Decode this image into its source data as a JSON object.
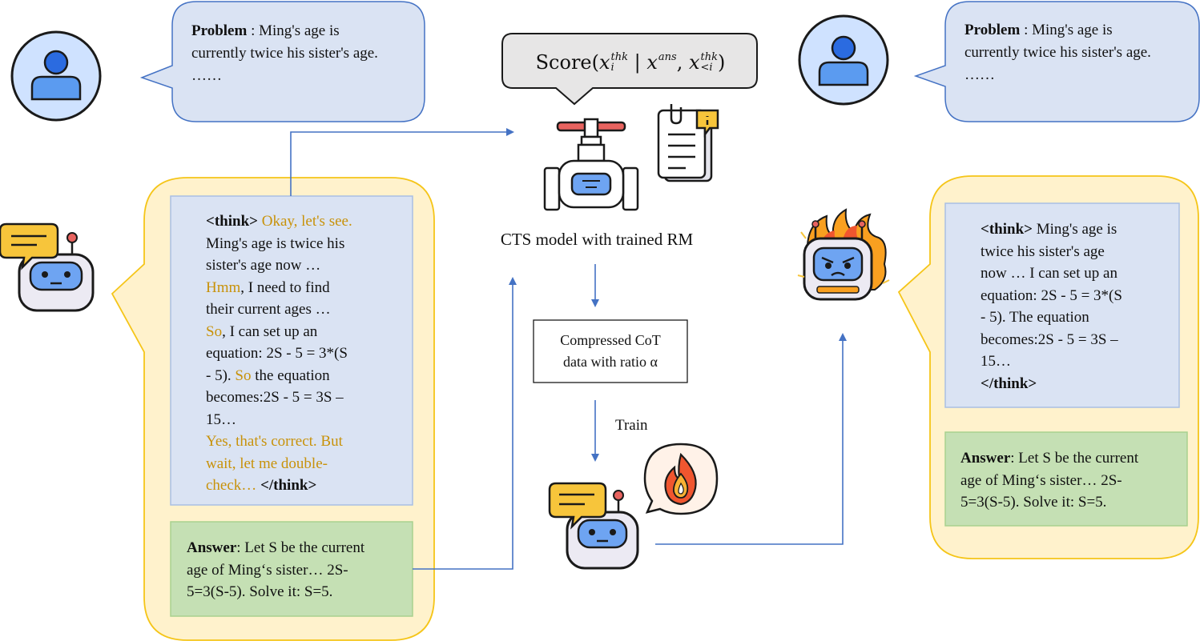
{
  "colors": {
    "bubble_fill": "#dae3f3",
    "bubble_stroke": "#4472c4",
    "panel_fill": "#fff2cc",
    "panel_stroke": "#f5c518",
    "think_fill": "#dae3f3",
    "think_stroke": "#a9bfe3",
    "answer_fill": "#c5e0b4",
    "answer_stroke": "#a9d18e",
    "arrow": "#4472c4",
    "highlight_text": "#c8920a"
  },
  "problem_left": {
    "label": "Problem",
    "text_line1": " : Ming's age is",
    "text_line2": "currently twice his sister's age.",
    "text_line3": "……"
  },
  "problem_right": {
    "label": "Problem",
    "text_line1": " : Ming's age is",
    "text_line2": "currently twice his sister's age.",
    "text_line3": "……"
  },
  "score_formula": {
    "fn": "Score(",
    "x": "x",
    "sub_i": "i",
    "sup_thk": "thk",
    "bar": " | ",
    "sup_ans": "ans",
    "comma": ", ",
    "sub_lt_i": "<i",
    "close": ")"
  },
  "cts_label": "CTS model with trained RM",
  "compressed_box": {
    "line1": "Compressed CoT",
    "line2": "data with ratio α"
  },
  "train_label": "Train",
  "left_think": {
    "open_tag": "<think>",
    "l1_gold": " Okay, let's see.",
    "l2": "Ming's age is twice his",
    "l3": "sister's age now …",
    "l4_gold": "Hmm",
    "l4_rest": ", I need to find",
    "l5": "their current ages …",
    "l6_gold": "So",
    "l6_rest": ", I can set up an",
    "l7": "equation: 2S - 5 = 3*(S",
    "l8_pre": "- 5). ",
    "l8_gold": "So",
    "l8_rest": " the equation",
    "l9": "becomes:2S - 5 = 3S –",
    "l10": "15…",
    "l11_gold": "Yes, that's correct. But",
    "l12_gold": "wait, let me double-",
    "l13_gold": "check… ",
    "close_tag": "</think>"
  },
  "left_answer": {
    "label": "Answer",
    "l1_rest": ": Let S be the current",
    "l2": "age of Ming‘s sister… 2S-",
    "l3": "5=3(S-5). Solve it: S=5."
  },
  "right_think": {
    "open_tag": "<think>",
    "l1_rest": " Ming's age is",
    "l2": "twice his sister's age",
    "l3": "now … I can set up an",
    "l4": "equation: 2S - 5 = 3*(S",
    "l5": "- 5). The equation",
    "l6": "becomes:2S - 5 = 3S –",
    "l7": "15…",
    "close_tag": "</think>"
  },
  "right_answer": {
    "label": "Answer",
    "l1_rest": ": Let S be the current",
    "l2": "age of Ming‘s sister… 2S-",
    "l3": "5=3(S-5). Solve it: S=5."
  },
  "icons": {
    "user_left": "user-avatar-icon",
    "user_right": "user-avatar-icon",
    "robot_left": "chat-robot-icon",
    "robot_fire": "angry-robot-on-fire-icon",
    "valve": "valve-icon",
    "document": "document-info-icon",
    "robot_train": "chat-robot-icon",
    "flame_bubble": "flame-bubble-icon"
  }
}
